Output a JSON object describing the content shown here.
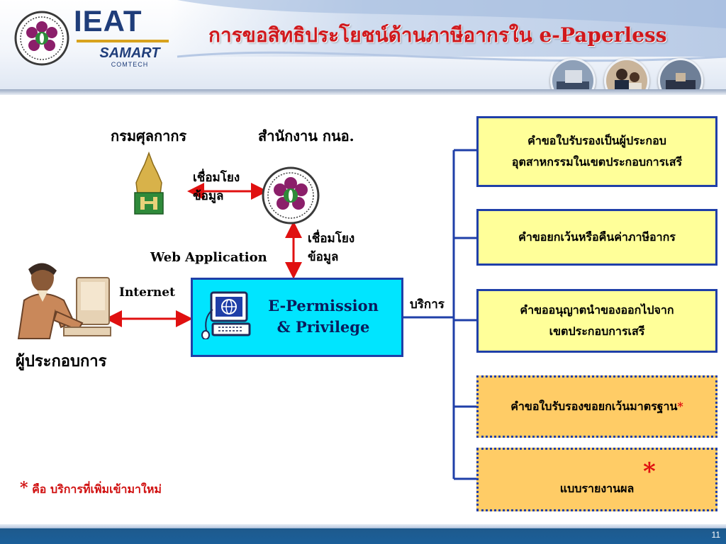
{
  "header": {
    "title": "การขอสิทธิประโยชน์ด้านภาษีอากรใน e-Paperless",
    "brand": "IEAT",
    "partner": "SAMART",
    "partner_sub": "COMTECH"
  },
  "diagram": {
    "customs_label": "กรมศุลกากร",
    "office_label": "สำนักงาน กนอ.",
    "link_label_top": "เชื่อมโยง",
    "link_label_bottom": "ข้อมูล",
    "link2_label_top": "เชื่อมโยง",
    "link2_label_bottom": "ข้อมูล",
    "web_application": "Web Application",
    "internet": "Internet",
    "operator": "ผู้ประกอบการ",
    "main_line1": "E-Permission",
    "main_line2": "& Privilege",
    "service_label": "บริการ"
  },
  "services": [
    {
      "line1": "คำขอใบรับรองเป็นผู้ประกอบ",
      "line2": "อุตสาหกรรมในเขตประกอบการเสรี"
    },
    {
      "line1": "คำขอยกเว้นหรือคืนค่าภาษีอากร"
    },
    {
      "line1": "คำขออนุญาตนำของออกไปจาก",
      "line2": "เขตประกอบการเสรี"
    },
    {
      "line1": "คำขอใบรับรองขอยกเว้นมาตรฐาน",
      "star": "*"
    },
    {
      "line1": "แบบรายงานผล",
      "star": "*"
    }
  ],
  "legend": {
    "star": "*",
    "text": "คือ บริการที่เพิ่มเข้ามาใหม่"
  },
  "footer": {
    "page_number": "11"
  },
  "colors": {
    "title_red": "#d0181c",
    "box_blue_border": "#1f3fa8",
    "main_box_fill": "#00e5ff",
    "service_yellow": "#ffff99",
    "service_orange": "#ffcc66",
    "arrow_red": "#e01010"
  }
}
